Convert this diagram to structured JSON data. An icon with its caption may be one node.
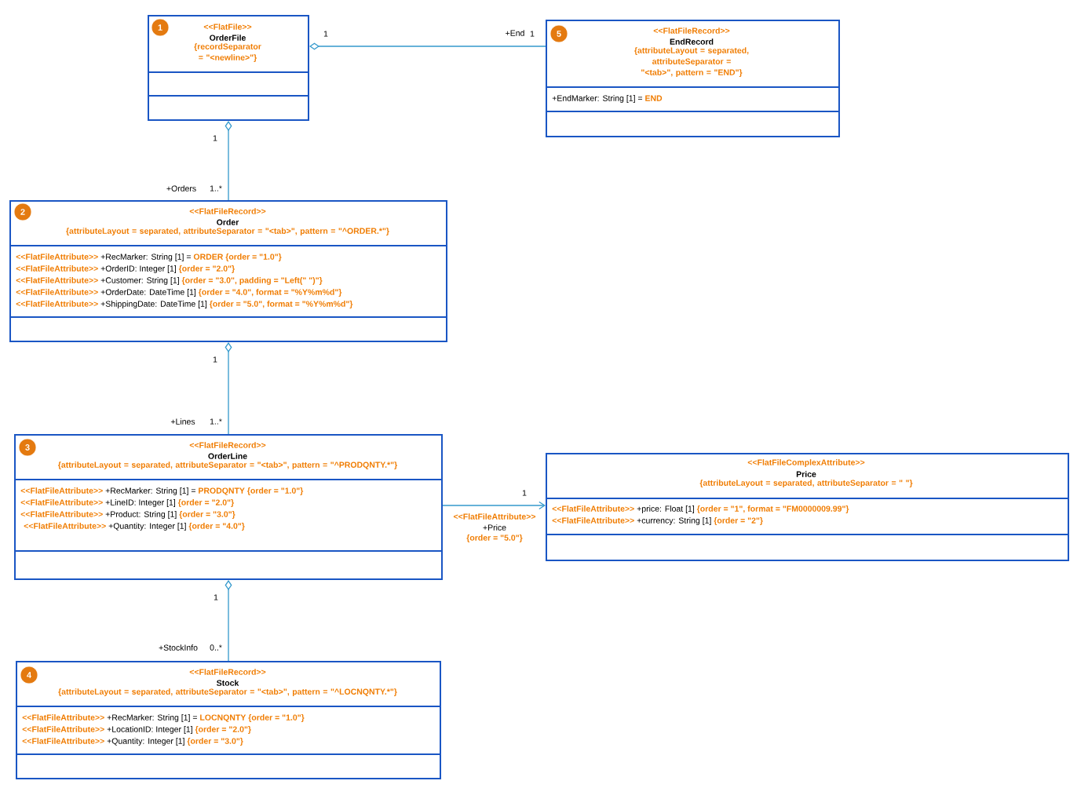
{
  "diagram": {
    "nodes": [
      {
        "text": [
          "<<FlatFile>>",
          "OrderFile",
          "{recordSeparator = \"<newline>\"}"
        ]
      },
      {
        "text": [
          "<<FlatFileRecord>>",
          "Order",
          "{attributeLayout = separated, attributeSeparator = \"<tab>\", pattern = \"^ORDER.*\"}",
          "<<FlatFileAttribute>>",
          "+RecMarker: String [1] =",
          "ORDER {order = \"1.0\"}",
          "<<FlatFileAttribute>>",
          "+OrderID: Integer [1]",
          "{order = \"2.0\"}",
          "<<FlatFileAttribute>>",
          "+Customer: String [1]",
          "{order = \"3.0\", padding = \"Left(\" \")\"}",
          "<<FlatFileAttribute>>",
          "+OrderDate: DateTime [1]",
          "{order = \"4.0\", format = \"%Y%m%d\"}",
          "<<FlatFileAttribute>>",
          "+ShippingDate: DateTime [1]",
          "{order = \"5.0\", format = \"%Y%m%d\"}"
        ]
      },
      {
        "text": [
          "<<FlatFileRecord>>",
          "OrderLine",
          "{attributeLayout = separated, attributeSeparator = \"<tab>\", pattern = \"^PRODQNTY.*\"}",
          "<<FlatFileAttribute>>",
          "+RecMarker: String [1] =",
          "PRODQNTY {order = \"1.0\"}",
          "<<FlatFileAttribute>>",
          "+LineID: Integer [1]",
          "{order = \"2.0\"}",
          "<<FlatFileAttribute>>",
          "+Product: String [1]",
          "{order = \"3.0\"}",
          "<<FlatFileAttribute>>",
          "+Quantity: Integer [1]",
          "{order = \"4.0\"}"
        ]
      },
      {
        "text": [
          "<<FlatFileRecord>>",
          "Stock",
          "{attributeLayout = separated, attributeSeparator = \"<tab>\", pattern = \"^LOCNQNTY.*\"}",
          "<<FlatFileAttribute>>",
          "+RecMarker: String [1] =",
          "LOCNQNTY {order = \"1.0\"}",
          "<<FlatFileAttribute>>",
          "+LocationID: Integer [1]",
          "{order = \"2.0\"}",
          "<<FlatFileAttribute>>",
          "+Quantity: Integer [1]",
          "{order = \"3.0\"}"
        ]
      },
      {
        "text": [
          "<<FlatFileRecord>>",
          "EndRecord",
          "{attributeLayout = separated, attributeSeparator = \"<tab>\", pattern = \"END\"}",
          "+EndMarker: String [1] =",
          "END"
        ]
      },
      {
        "text": [
          "<<FlatFileComplexAttribute>>",
          "Price",
          "{attributeLayout = separated, attributeSeparator = \" \"}",
          "<<FlatFileAttribute>>",
          "+price: Float [1]",
          "{order = \"1\", format = \"FM0000009.99\"}",
          "<<FlatFileAttribute>>",
          "+currency: String [1]",
          "{order = \"2\"}"
        ]
      }
    ],
    "edges": [
      {
        "from": 0,
        "to": 4,
        "arrow": "other"
      },
      {
        "from": 0,
        "to": 1,
        "arrow": "other"
      },
      {
        "from": 1,
        "to": 2,
        "arrow": "other"
      },
      {
        "from": 2,
        "to": 5,
        "arrow": "to"
      },
      {
        "from": 2,
        "to": 3,
        "arrow": "other"
      }
    ],
    "labels": [
      "1",
      "1",
      "+End",
      "1",
      "5",
      "1",
      "+Orders",
      "1..*",
      "2",
      "1",
      "+Lines",
      "1..*",
      "3",
      "1",
      "<<FlatFileAttribute>>",
      "+Price",
      "{order = \"5.0\"}",
      "1",
      "+StockInfo",
      "0..*",
      "4"
    ]
  }
}
